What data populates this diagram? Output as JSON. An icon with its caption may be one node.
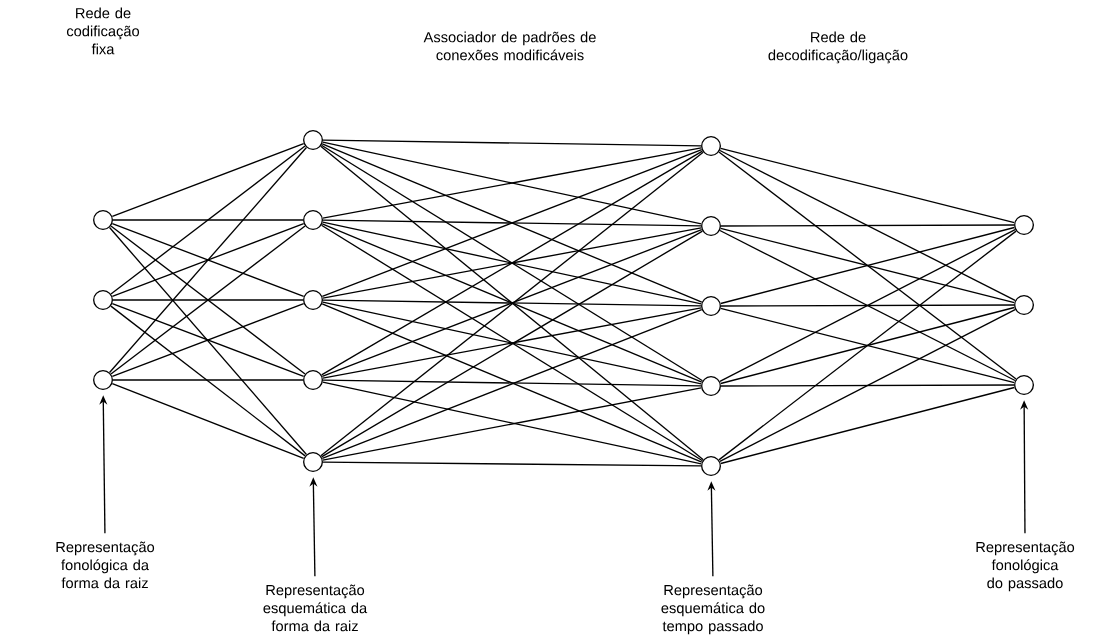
{
  "diagram": {
    "nodes": [
      {
        "text": [],
        "shape": "circle"
      },
      {
        "text": [],
        "shape": "circle"
      },
      {
        "text": [],
        "shape": "circle"
      },
      {
        "text": [],
        "shape": "circle"
      },
      {
        "text": [],
        "shape": "circle"
      },
      {
        "text": [],
        "shape": "circle"
      },
      {
        "text": [],
        "shape": "circle"
      },
      {
        "text": [],
        "shape": "circle"
      },
      {
        "text": [],
        "shape": "circle"
      },
      {
        "text": [],
        "shape": "circle"
      },
      {
        "text": [],
        "shape": "circle"
      },
      {
        "text": [],
        "shape": "circle"
      },
      {
        "text": [],
        "shape": "circle"
      },
      {
        "text": [],
        "shape": "circle"
      },
      {
        "text": [],
        "shape": "circle"
      },
      {
        "text": [],
        "shape": "circle"
      },
      {
        "text": [
          "Representação fonológica da forma da raiz"
        ]
      },
      {
        "text": [
          "Representação esquemática da forma da raiz"
        ]
      },
      {
        "text": [
          "Representação esquemática do tempo passado"
        ]
      },
      {
        "text": [
          "Representação fonológica do passado"
        ]
      }
    ],
    "edges": [
      {
        "from": 0,
        "to": 3,
        "arrow": "none"
      },
      {
        "from": 0,
        "to": 4,
        "arrow": "none"
      },
      {
        "from": 0,
        "to": 5,
        "arrow": "none"
      },
      {
        "from": 0,
        "to": 6,
        "arrow": "none"
      },
      {
        "from": 0,
        "to": 7,
        "arrow": "none"
      },
      {
        "from": 1,
        "to": 3,
        "arrow": "none"
      },
      {
        "from": 1,
        "to": 4,
        "arrow": "none"
      },
      {
        "from": 1,
        "to": 5,
        "arrow": "none"
      },
      {
        "from": 1,
        "to": 6,
        "arrow": "none"
      },
      {
        "from": 1,
        "to": 7,
        "arrow": "none"
      },
      {
        "from": 2,
        "to": 3,
        "arrow": "none"
      },
      {
        "from": 2,
        "to": 4,
        "arrow": "none"
      },
      {
        "from": 2,
        "to": 5,
        "arrow": "none"
      },
      {
        "from": 2,
        "to": 6,
        "arrow": "none"
      },
      {
        "from": 2,
        "to": 7,
        "arrow": "none"
      },
      {
        "from": 3,
        "to": 8,
        "arrow": "none"
      },
      {
        "from": 3,
        "to": 9,
        "arrow": "none"
      },
      {
        "from": 3,
        "to": 10,
        "arrow": "none"
      },
      {
        "from": 3,
        "to": 11,
        "arrow": "none"
      },
      {
        "from": 3,
        "to": 12,
        "arrow": "none"
      },
      {
        "from": 4,
        "to": 8,
        "arrow": "none"
      },
      {
        "from": 4,
        "to": 9,
        "arrow": "none"
      },
      {
        "from": 4,
        "to": 10,
        "arrow": "none"
      },
      {
        "from": 4,
        "to": 11,
        "arrow": "none"
      },
      {
        "from": 4,
        "to": 12,
        "arrow": "none"
      },
      {
        "from": 5,
        "to": 8,
        "arrow": "none"
      },
      {
        "from": 5,
        "to": 9,
        "arrow": "none"
      },
      {
        "from": 5,
        "to": 10,
        "arrow": "none"
      },
      {
        "from": 5,
        "to": 11,
        "arrow": "none"
      },
      {
        "from": 5,
        "to": 12,
        "arrow": "none"
      },
      {
        "from": 6,
        "to": 8,
        "arrow": "none"
      },
      {
        "from": 6,
        "to": 9,
        "arrow": "none"
      },
      {
        "from": 6,
        "to": 10,
        "arrow": "none"
      },
      {
        "from": 6,
        "to": 11,
        "arrow": "none"
      },
      {
        "from": 6,
        "to": 12,
        "arrow": "none"
      },
      {
        "from": 7,
        "to": 8,
        "arrow": "none"
      },
      {
        "from": 7,
        "to": 9,
        "arrow": "none"
      },
      {
        "from": 7,
        "to": 10,
        "arrow": "none"
      },
      {
        "from": 7,
        "to": 11,
        "arrow": "none"
      },
      {
        "from": 7,
        "to": 12,
        "arrow": "none"
      },
      {
        "from": 8,
        "to": 13,
        "arrow": "none"
      },
      {
        "from": 8,
        "to": 14,
        "arrow": "none"
      },
      {
        "from": 8,
        "to": 15,
        "arrow": "none"
      },
      {
        "from": 9,
        "to": 13,
        "arrow": "none"
      },
      {
        "from": 9,
        "to": 14,
        "arrow": "none"
      },
      {
        "from": 9,
        "to": 15,
        "arrow": "none"
      },
      {
        "from": 10,
        "to": 13,
        "arrow": "none"
      },
      {
        "from": 10,
        "to": 14,
        "arrow": "none"
      },
      {
        "from": 10,
        "to": 15,
        "arrow": "none"
      },
      {
        "from": 11,
        "to": 13,
        "arrow": "none"
      },
      {
        "from": 11,
        "to": 14,
        "arrow": "none"
      },
      {
        "from": 11,
        "to": 15,
        "arrow": "none"
      },
      {
        "from": 12,
        "to": 13,
        "arrow": "none"
      },
      {
        "from": 12,
        "to": 14,
        "arrow": "none"
      },
      {
        "from": 12,
        "to": 15,
        "arrow": "none"
      },
      {
        "from": 16,
        "to": 2,
        "arrow": "to"
      },
      {
        "from": 17,
        "to": 7,
        "arrow": "to"
      },
      {
        "from": 18,
        "to": 12,
        "arrow": "to"
      },
      {
        "from": 19,
        "to": 15,
        "arrow": "to"
      }
    ],
    "labels": [
      "Rede de codificação fixa",
      "Associador de padrões de conexões modificáveis",
      "Rede de decodificação/ligação"
    ]
  }
}
